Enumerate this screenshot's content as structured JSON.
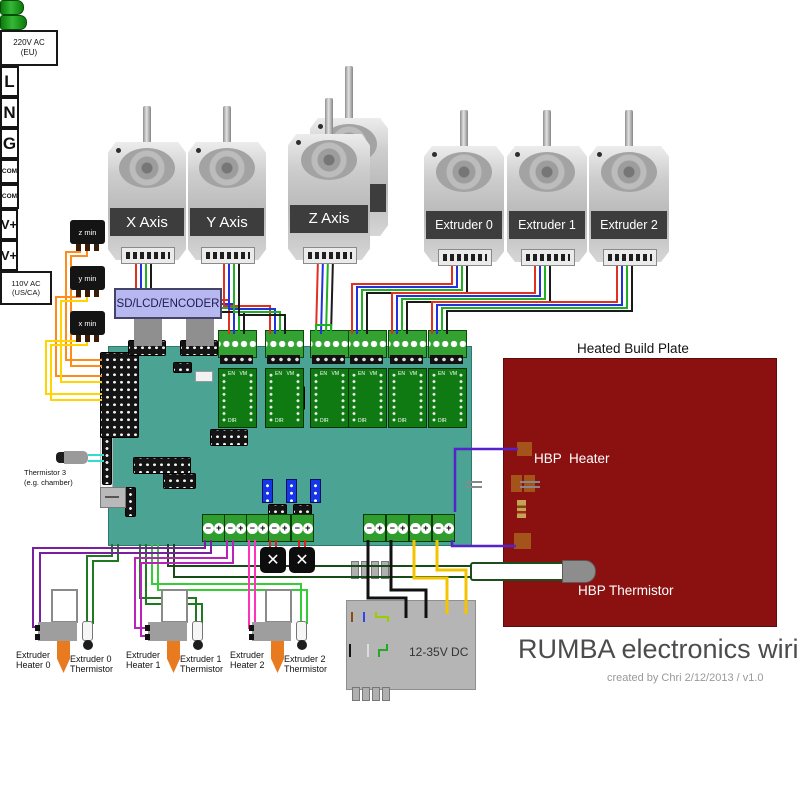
{
  "title": "RUMBA electronics wiring",
  "credit": "created by Chri 2/12/2013 / v1.0",
  "motors": [
    {
      "label": "X Axis"
    },
    {
      "label": "Y Axis"
    },
    {
      "label": "Z Axis"
    },
    {
      "label": "Extruder 0"
    },
    {
      "label": "Extruder 1"
    },
    {
      "label": "Extruder 2"
    }
  ],
  "endstops": [
    {
      "label": "z min"
    },
    {
      "label": "y min"
    },
    {
      "label": "x min"
    }
  ],
  "lcd_label": "SD/LCD/ENCODER",
  "thermistor3": {
    "line1": "Thermistor 3",
    "line2": "(e.g. chamber)"
  },
  "board": {
    "driver_en": "EN",
    "driver_vm": "VM",
    "driver_dir": "DIR",
    "screw_minus": "−",
    "screw_plus": "+",
    "fan_glyph": "✕"
  },
  "hbp": {
    "title": "Heated Build Plate",
    "heater_label": "HBP  Heater",
    "thermistor_label": "HBP Thermistor"
  },
  "extruders": [
    {
      "heater_line1": "Extruder",
      "heater_line2": "Heater 0",
      "therm_line1": "Extruder 0",
      "therm_line2": "Thermistor"
    },
    {
      "heater_line1": "Extruder",
      "heater_line2": "Heater 1",
      "therm_line1": "Extruder 1",
      "therm_line2": "Thermistor"
    },
    {
      "heater_line1": "Extruder",
      "heater_line2": "Heater 2",
      "therm_line1": "Extruder 2",
      "therm_line2": "Thermistor"
    }
  ],
  "power": {
    "eu_line1": "220V AC",
    "eu_line2": "(EU)",
    "us_line1": "110V AC",
    "us_line2": "(US/CA)",
    "t_l": "L",
    "t_n": "N",
    "t_g": "G",
    "t_com": "COM",
    "t_vp": "V+",
    "dc": "12-35V DC"
  },
  "colors": {
    "board": "#4aa393",
    "hbp": "#8b1111",
    "wire_red": "#e03020",
    "wire_blue": "#2233dd",
    "wire_green": "#21b021",
    "wire_black": "#1a1a1a",
    "wire_yellow": "#f5c400",
    "wire_orange": "#ff8c1a",
    "wire_purple": "#5522cc",
    "wire_magenta": "#bb22bb",
    "wire_pink": "#ff33bb",
    "heater_purple": "#7a1fa0",
    "therm_green": "#1d7a1d"
  }
}
